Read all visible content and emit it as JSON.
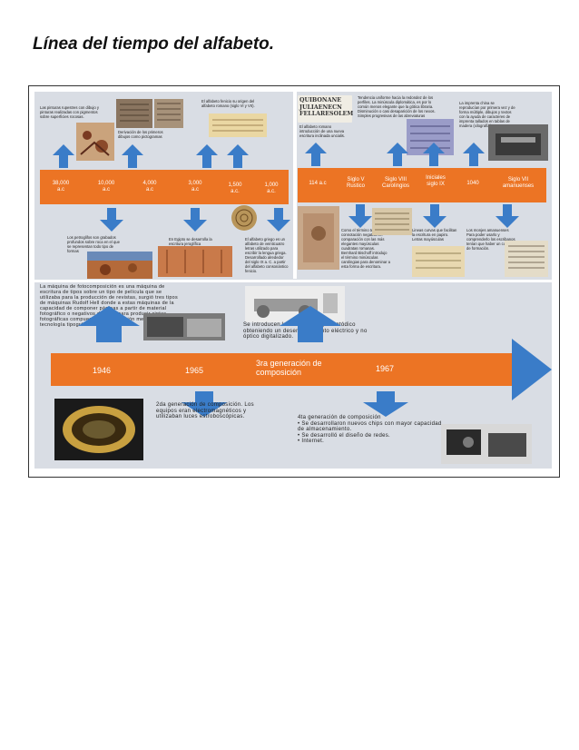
{
  "title": "Línea del tiempo del alfabeto.",
  "top_left": {
    "dates": [
      "38,000\na.c",
      "10,000\na.c",
      "4,000\na.c",
      "3,000\na.c",
      "1,500\na.c.",
      "1,000\na.c."
    ],
    "notes_above": [
      "Las pinturas rupestres con dibujo y pinturas realizadas con pigmentos sobre superficies rocosas.",
      "Derivación de los primeros dibujos como pictogramas",
      "El alfabeto fenicio su origen del alfabeto romano (siglo VI y VII)."
    ],
    "notes_below": [
      "Los petroglifos son grabados profundos sobre roca en el que se representan todo tipo de formas",
      "En Egipto se desarrolla la escritura jeroglífica",
      "El alfabeto griego es un alfabeto de veinticuatro letras utilizado para escribir la lengua griega. Desarrollado alrededor del siglo IX a. C. a partir del alfabeto consonántico fenicio."
    ]
  },
  "top_right": {
    "dates": [
      "114 a.c",
      "Siglo V\nRustico",
      "Siglo VIII\nCarolingios",
      "Iniciales\nsiglo IX",
      "1040",
      "Siglo VII\namanuenses"
    ],
    "script_sample": "QUIBONANE\nJULIAENECN\nFELLARESOLEM",
    "notes_above": [
      "El alfabeto romano introducción de una nueva escritura inclinada uncialis.",
      "Tendencia uniforme hacia la redondez de los perfiles. La minúscula diplomática, es por lo común menos elegante que la gótica libraria. Disminución o casi desaparición de los nexos. Simples progresivas de las abreviaturas",
      "La imprenta china se reproducían por primera vez y de forma múltiple, dibujos y textos con la ayuda de caracteres de imprenta tallados en tablas de madera (xilografía)."
    ],
    "notes_below": [
      "Como el término tenia una connotación negativa en comparación con las más elegantes mayúsculas cuadratas romanas. Bernhard Bischoff introdujo el término minúsculas carolingias para denominar a esta forma de escritura.",
      "Lineas curvas que facilitan la escritura en papiro. Letras mayúsculas",
      "Los monjes amanuenses Para poder usarlo y comprenderlo los escribanos tenían que haber un curso de formación."
    ]
  },
  "bottom": {
    "dates": [
      "1946",
      "1965",
      "3ra generación de\ncomposición",
      "1967"
    ],
    "note_top_left": "La máquina de fotocomposición es una máquina de escritura de tipos sobre un tipo de película que se utilizaba para la producción de revistas, surgió tres tipos de máquinas Rudolf Hell donde a estas máquinas de la capacidad de componer páginas a partir de material fotográfico o negativos de tipos para producir cintas fotográficas compuestas por la sección mecánica de la tecnología tipográfica de composición.",
    "note_top_right": "Se introducen los tubos de rayos catódico obteniendo un desenvolvimiento eléctrico y no óptico digitalizado.",
    "note_bottom_mid": "2da generación de composición. Los equipos eran electromagnéticos y utilizaban luces estroboscópicas.",
    "note_bottom_right": "4ta generación de composición\n• Se desarrollaron nuevos chips con mayor capacidad de almacenamiento.\n• Se desarrolló el diseño de redes.\n• Internet."
  },
  "colors": {
    "band": "#ec7424",
    "arrow": "#3a7cc8",
    "panel": "#d9dde4"
  }
}
